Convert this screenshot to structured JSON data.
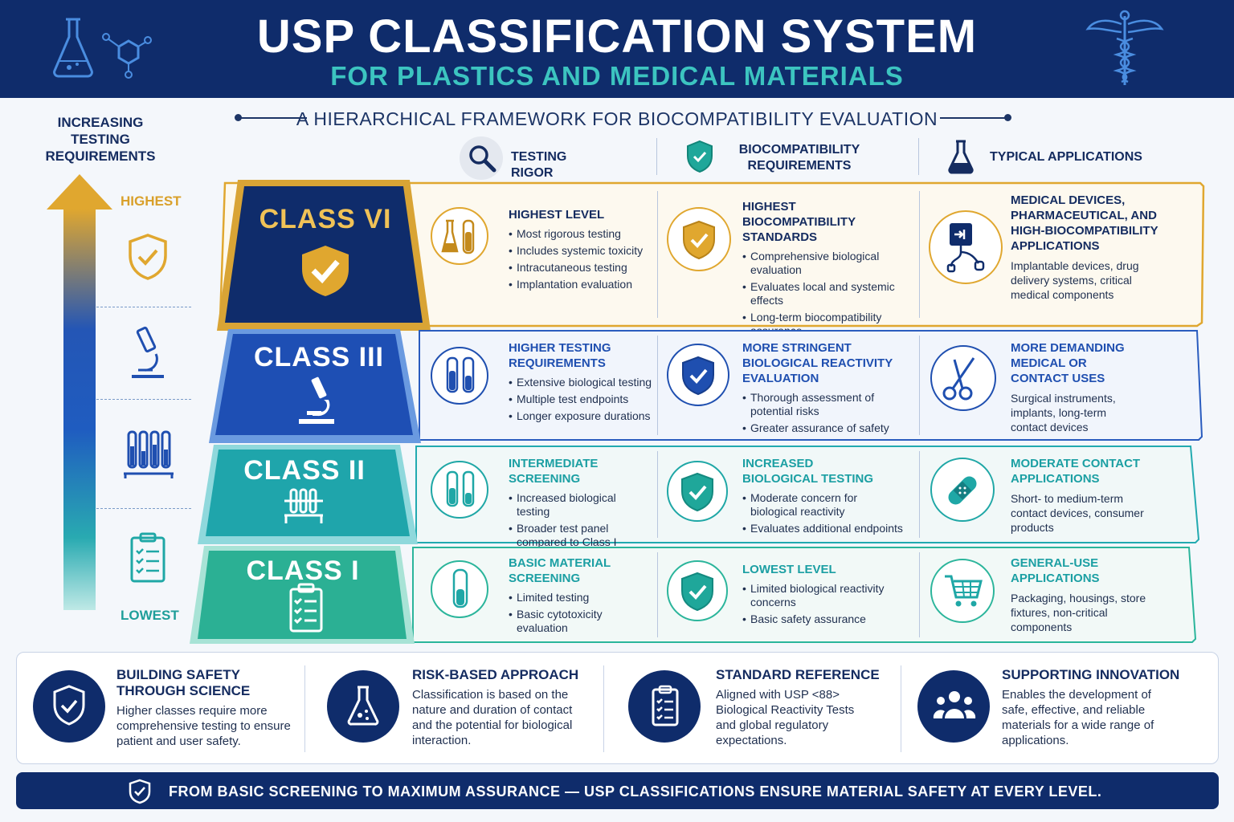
{
  "header": {
    "title": "USP CLASSIFICATION SYSTEM",
    "subtitle": "FOR PLASTICS AND MEDICAL MATERIALS"
  },
  "framework_label": "A HIERARCHICAL FRAMEWORK FOR BIOCOMPATIBILITY EVALUATION",
  "axis": {
    "title": "INCREASING TESTING REQUIREMENTS",
    "highest": "HIGHEST",
    "lowest": "LOWEST"
  },
  "columns": {
    "rigor": "TESTING RIGOR",
    "biocompat": "BIOCOMPATIBILITY REQUIREMENTS",
    "applications": "TYPICAL APPLICATIONS"
  },
  "tiers": [
    {
      "class_label": "CLASS VI",
      "rigor_title": "HIGHEST LEVEL",
      "rigor_items": [
        "Most rigorous testing",
        "Includes systemic toxicity",
        "Intracutaneous testing",
        "Implantation evaluation"
      ],
      "bio_title": "HIGHEST BIOCOMPATIBILITY STANDARDS",
      "bio_items": [
        "Comprehensive biological evaluation",
        "Evaluates local and systemic effects",
        "Long-term biocompatibility assurance"
      ],
      "app_title": "MEDICAL DEVICES, PHARMACEUTICAL, AND HIGH-BIOCOMPATIBILITY APPLICATIONS",
      "app_text": "Implantable devices, drug delivery systems, critical medical components"
    },
    {
      "class_label": "CLASS III",
      "rigor_title": "HIGHER TESTING REQUIREMENTS",
      "rigor_items": [
        "Extensive biological testing",
        "Multiple test endpoints",
        "Longer exposure durations"
      ],
      "bio_title": "MORE STRINGENT BIOLOGICAL REACTIVITY EVALUATION",
      "bio_items": [
        "Thorough assessment of potential risks",
        "Greater assurance of safety"
      ],
      "app_title": "MORE DEMANDING MEDICAL OR CONTACT USES",
      "app_text": "Surgical instruments, implants, long-term contact devices"
    },
    {
      "class_label": "CLASS II",
      "rigor_title": "INTERMEDIATE SCREENING",
      "rigor_items": [
        "Increased biological testing",
        "Broader test panel compared to Class I"
      ],
      "bio_title": "INCREASED BIOLOGICAL TESTING",
      "bio_items": [
        "Moderate concern for biological reactivity",
        "Evaluates additional endpoints"
      ],
      "app_title": "MODERATE CONTACT APPLICATIONS",
      "app_text": "Short- to medium-term contact devices, consumer products"
    },
    {
      "class_label": "CLASS I",
      "rigor_title": "BASIC MATERIAL SCREENING",
      "rigor_items": [
        "Limited testing",
        "Basic cytotoxicity evaluation"
      ],
      "bio_title": "LOWEST LEVEL",
      "bio_items": [
        "Limited biological reactivity concerns",
        "Basic safety assurance"
      ],
      "app_title": "GENERAL-USE APPLICATIONS",
      "app_text": "Packaging, housings, store fixtures, non-critical components"
    }
  ],
  "bottom": [
    {
      "title": "BUILDING SAFETY THROUGH SCIENCE",
      "text": "Higher classes require more comprehensive testing to ensure patient and user safety."
    },
    {
      "title": "RISK-BASED APPROACH",
      "text": "Classification is based on the nature and duration of contact and the potential for biological interaction."
    },
    {
      "title": "STANDARD REFERENCE",
      "text": "Aligned with USP <88> Biological Reactivity Tests and global regulatory expectations."
    },
    {
      "title": "SUPPORTING INNOVATION",
      "text": "Enables the development of safe, effective, and reliable materials for a wide range of applications."
    }
  ],
  "footer": "FROM BASIC SCREENING TO MAXIMUM ASSURANCE — USP CLASSIFICATIONS ENSURE MATERIAL SAFETY AT EVERY LEVEL.",
  "colors": {
    "navy": "#0f2c6b",
    "gold": "#e0a72f",
    "blue": "#1f4fb0",
    "teal": "#1fa7a6",
    "green_teal": "#2bb59b"
  }
}
